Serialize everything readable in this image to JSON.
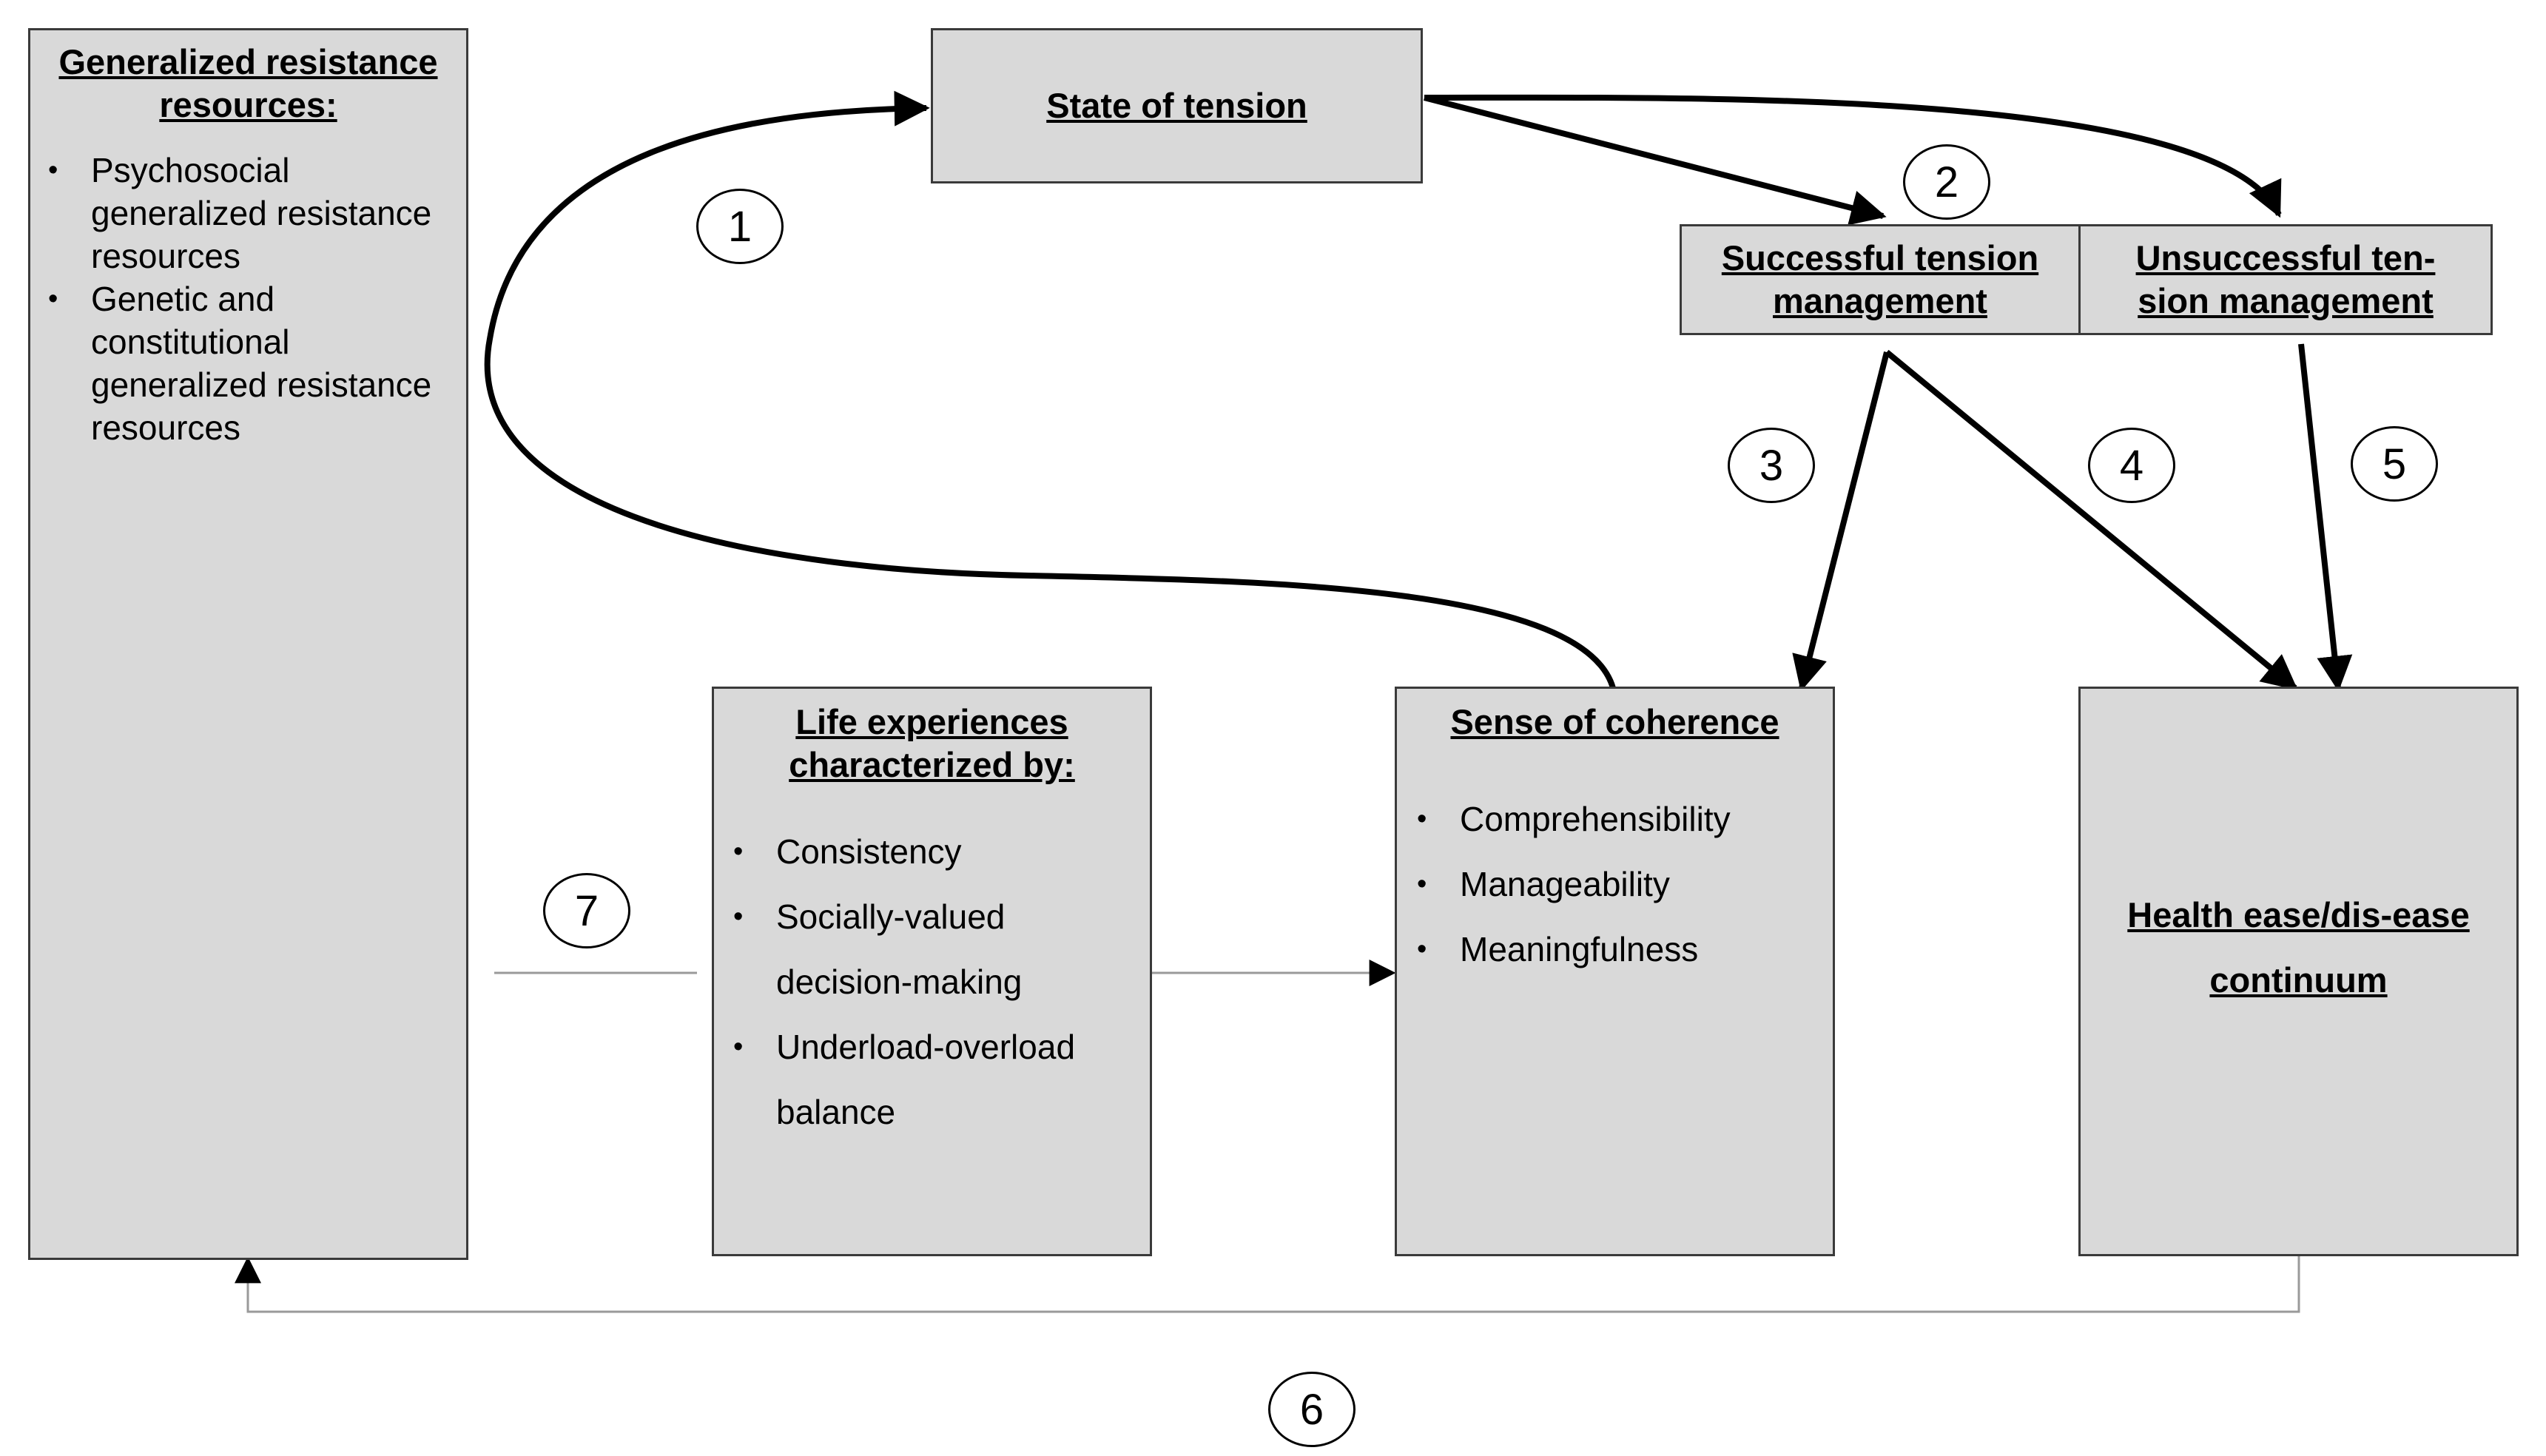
{
  "colors": {
    "box_fill": "#d9d9d9",
    "box_border": "#3a3a3a",
    "thick_arrow": "#000000",
    "thin_line": "#9a9a9a"
  },
  "grr": {
    "title": "Generalized resistance resources:",
    "items": [
      "Psychosocial generalized resistance resources",
      "Genetic and constitutional generalized resistance resources"
    ]
  },
  "tension": {
    "title": "State of tension"
  },
  "successful": {
    "title": "Successful tension management"
  },
  "unsuccessful": {
    "title": "Unsuccessful ten-sion management"
  },
  "life": {
    "title": "Life experiences characterized by:",
    "items": [
      "Consistency",
      "Socially-valued decision-making",
      "Underload-overload balance"
    ]
  },
  "soc": {
    "title": "Sense of coherence",
    "items": [
      "Comprehensibility",
      "Manageability",
      "Meaningfulness"
    ]
  },
  "health": {
    "title": "Health ease/dis-ease continuum"
  },
  "numbers": [
    "1",
    "2",
    "3",
    "4",
    "5",
    "6",
    "7"
  ]
}
